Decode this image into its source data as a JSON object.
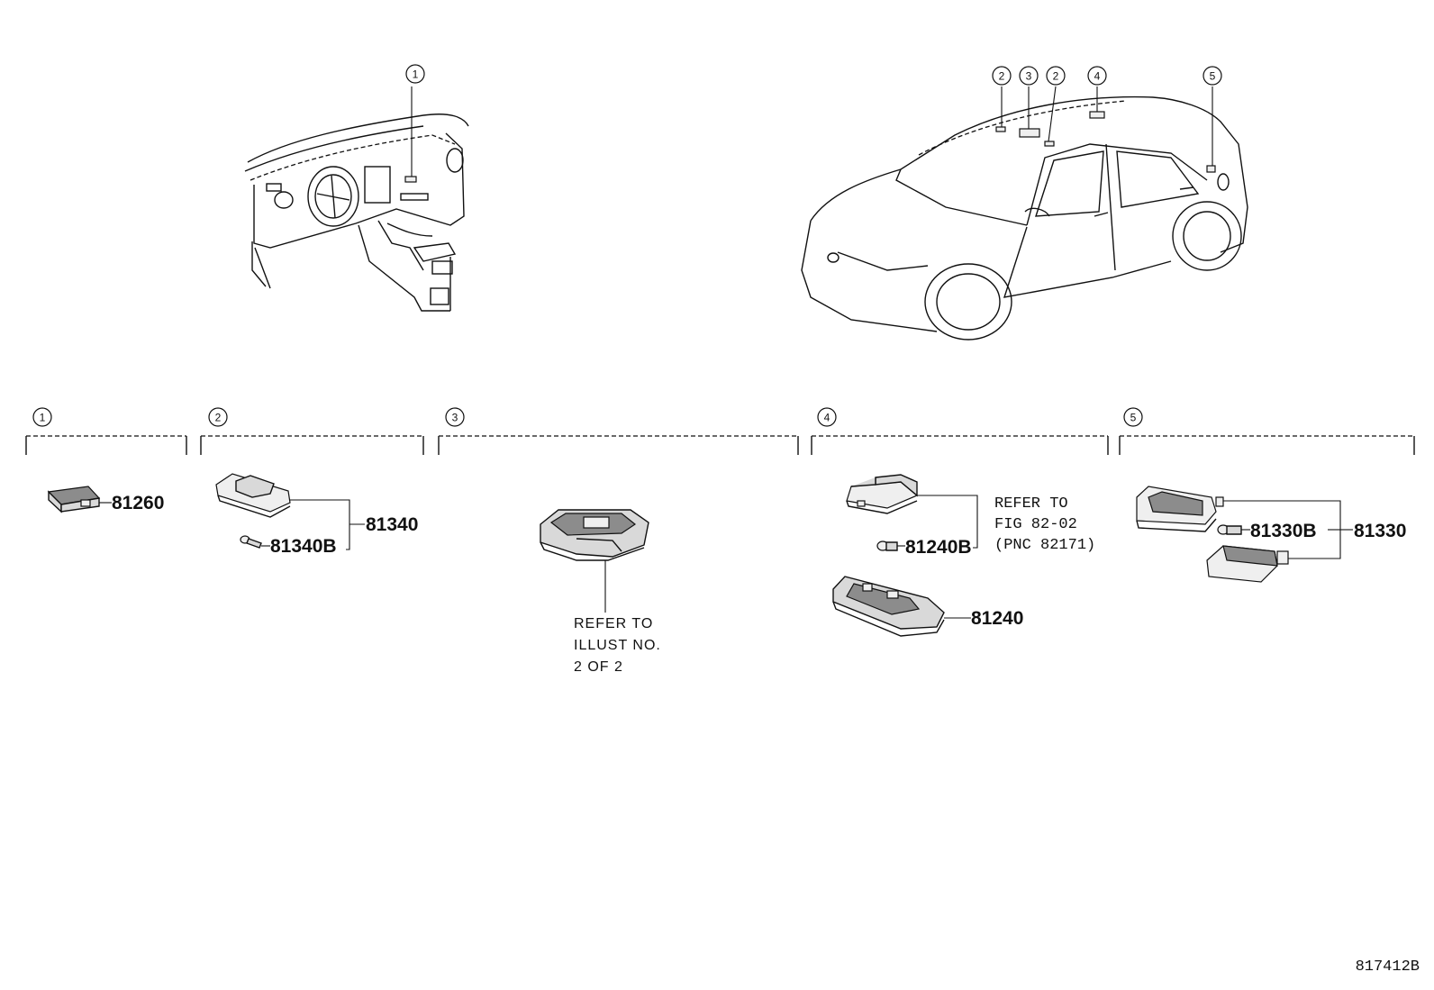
{
  "illustration_code": "817412B",
  "callout_numbers": [
    "1",
    "2",
    "3",
    "4",
    "5"
  ],
  "sections": [
    {
      "number": "1",
      "parts": [
        "81260"
      ]
    },
    {
      "number": "2",
      "parts": [
        "81340",
        "81340B"
      ]
    },
    {
      "number": "3",
      "note": [
        "REFER TO",
        "ILLUST NO.",
        "2 OF 2"
      ]
    },
    {
      "number": "4",
      "parts": [
        "81240B",
        "81240"
      ],
      "note": [
        "REFER TO",
        "FIG 82-02",
        "(PNC 82171)"
      ]
    },
    {
      "number": "5",
      "parts": [
        "81330B",
        "81330"
      ]
    }
  ]
}
